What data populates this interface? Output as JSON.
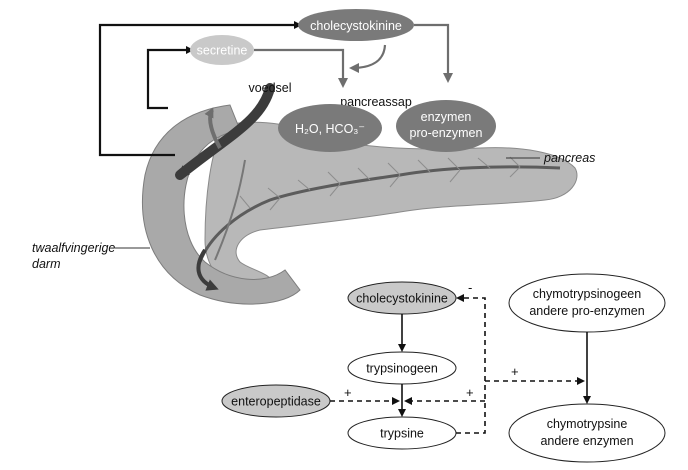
{
  "hormones": {
    "cholecystokinine": "cholecystokinine",
    "secretine": "secretine"
  },
  "anatomy": {
    "voedsel": "voedsel",
    "pancreassap": "pancreassap",
    "water_bicarbonate": "H₂O, HCO₃⁻",
    "enzymen": "enzymen",
    "pro_enzymen": "pro-enzymen",
    "pancreas": "pancreas",
    "duodenum_line1": "twaalfvingerige",
    "duodenum_line2": "darm"
  },
  "scheme": {
    "cholecystokinine": "cholecystokinine",
    "trypsinogeen": "trypsinogeen",
    "enteropeptidase": "enteropeptidase",
    "trypsine": "trypsine",
    "chymotrypsinogeen": "chymotrypsinogeen",
    "andere_pro_enzymen": "andere pro-enzymen",
    "chymotrypsine": "chymotrypsine",
    "andere_enzymen": "andere enzymen",
    "minus": "-",
    "plus": "+"
  },
  "colors": {
    "dark_oval": "#7a7a7a",
    "light_oval": "#c9c9c9",
    "pancreas_fill": "#b5b5b5",
    "duct": "#5c5c5c",
    "arrow_gray": "#6e6e6e"
  }
}
